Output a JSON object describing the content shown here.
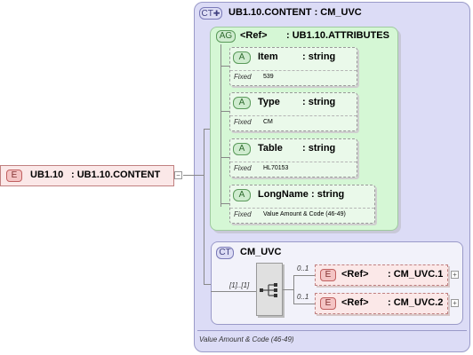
{
  "root_element": {
    "badge": "E",
    "name": "UB1.10",
    "type": ": UB1.10.CONTENT"
  },
  "complex_type": {
    "badge": "CT",
    "title": "UB1.10.CONTENT : CM_UVC",
    "documentation": "Value Amount & Code (46-49)"
  },
  "attribute_group": {
    "badge": "AG",
    "ref_label": "<Ref>",
    "ref_type": ": UB1.10.ATTRIBUTES",
    "attributes": [
      {
        "badge": "A",
        "name": "Item",
        "type": ": string",
        "fixed_label": "Fixed",
        "fixed_value": "539"
      },
      {
        "badge": "A",
        "name": "Type",
        "type": ": string",
        "fixed_label": "Fixed",
        "fixed_value": "CM"
      },
      {
        "badge": "A",
        "name": "Table",
        "type": ": string",
        "fixed_label": "Fixed",
        "fixed_value": "HL70153"
      },
      {
        "badge": "A",
        "name": "LongName",
        "type": ": string",
        "fixed_label": "Fixed",
        "fixed_value": "Value Amount & Code (46-49)"
      }
    ]
  },
  "inner_type": {
    "badge": "CT",
    "name": "CM_UVC",
    "sequence_cardinality": "[1]..[1]",
    "children": [
      {
        "badge": "E",
        "ref_label": "<Ref>",
        "type": ": CM_UVC.1",
        "cardinality": "0..1"
      },
      {
        "badge": "E",
        "ref_label": "<Ref>",
        "type": ": CM_UVC.2",
        "cardinality": "0..1"
      }
    ]
  }
}
